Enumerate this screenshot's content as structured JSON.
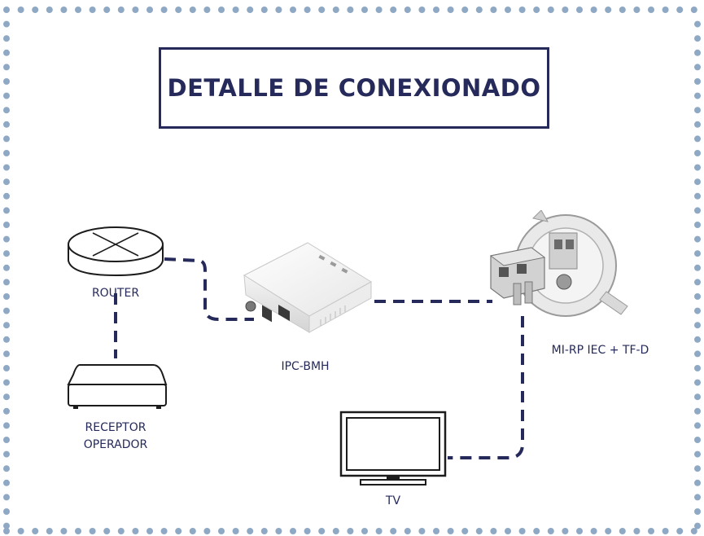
{
  "title": "DETALLE DE CONEXIONADO",
  "colors": {
    "frame_dots": "#8fa9c4",
    "line": "#252a5a",
    "title": "#252a5a",
    "label": "#252a5a"
  },
  "devices": {
    "router": {
      "label": "ROUTER",
      "icon": "router-icon"
    },
    "receptor": {
      "label_line1": "RECEPTOR",
      "label_line2": "OPERADOR",
      "icon": "set-top-box-icon"
    },
    "ipc": {
      "label": "IPC-BMH",
      "icon": "ipc-bmh-device-icon"
    },
    "socket": {
      "label": "MI-RP IEC + TF-D",
      "icon": "wall-socket-icon"
    },
    "tv": {
      "label": "TV",
      "icon": "tv-icon"
    }
  }
}
